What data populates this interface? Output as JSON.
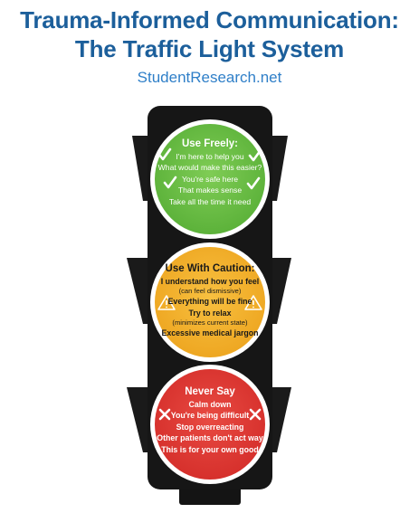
{
  "header": {
    "title_line1": "Trauma-Informed Communication:",
    "title_line2": "The Traffic Light System",
    "source": "StudentResearch.net"
  },
  "lights": {
    "green": {
      "color": "#6cbf45",
      "heading": "Use Freely:",
      "items": [
        "I'm here to help you",
        "What would make this easier?",
        "You're safe here",
        "That makes sense",
        "Take all the time it need"
      ],
      "icon": "check-icon"
    },
    "yellow": {
      "color": "#f3b22e",
      "heading": "Use With Caution:",
      "items": [
        "I understand how you feel",
        "(can feel dismissive)",
        "Everything will be fine",
        "Try to relax",
        "(minimizes current state)",
        "Excessive medical jargon"
      ],
      "icon": "warning-icon"
    },
    "red": {
      "color": "#e03a35",
      "heading": "Never Say",
      "items": [
        "Calm down",
        "You're being difficult",
        "Stop overreacting",
        "Other patients don't act way",
        "This is for your own good"
      ],
      "icon": "x-icon"
    }
  }
}
